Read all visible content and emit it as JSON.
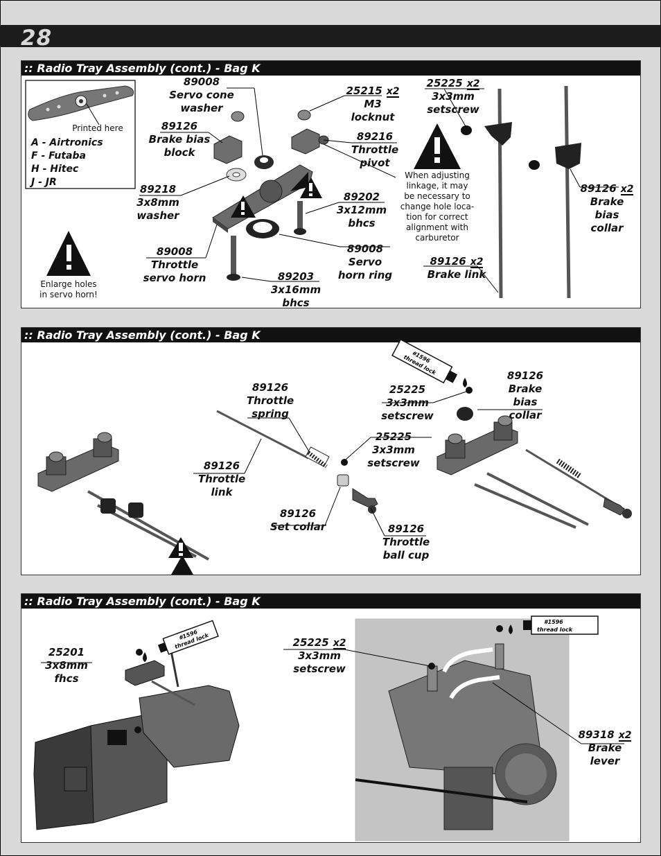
{
  "page": {
    "number": "28"
  },
  "sections": [
    {
      "header": ":: Radio Tray Assembly (cont.) - Bag K"
    },
    {
      "header": ":: Radio Tray Assembly (cont.) - Bag K"
    },
    {
      "header": ":: Radio Tray Assembly (cont.) - Bag K"
    }
  ],
  "step1": {
    "inset": {
      "printed_here": "Printed here",
      "brands": [
        "A - Airtronics",
        "F - Futaba",
        "H - Hitec",
        "J - JR"
      ]
    },
    "warning_enlarge": [
      "Enlarge holes",
      "in servo horn!"
    ],
    "warning_linkage": [
      "When adjusting",
      "linkage, it may",
      "be necessary to",
      "change hole loca-",
      "tion for correct",
      "alignment with",
      "carburetor"
    ],
    "parts": {
      "servo_cone_washer": {
        "num": "89008",
        "name": [
          "Servo cone",
          "washer"
        ]
      },
      "m3_locknut": {
        "num": "25215",
        "qty": "x2",
        "name": [
          "M3",
          "locknut"
        ]
      },
      "setscrew": {
        "num": "25225",
        "qty": "x2",
        "name": [
          "3x3mm",
          "setscrew"
        ]
      },
      "brake_bias_block": {
        "num": "89126",
        "name": [
          "Brake bias",
          "block"
        ]
      },
      "throttle_pivot": {
        "num": "89216",
        "name": [
          "Throttle",
          "pivot"
        ]
      },
      "washer_3x8": {
        "num": "89218",
        "name": [
          "3x8mm",
          "washer"
        ]
      },
      "bhcs_3x12": {
        "num": "89202",
        "name": [
          "3x12mm",
          "bhcs"
        ]
      },
      "brake_bias_collar": {
        "num": "89126",
        "qty": "x2",
        "name": [
          "Brake",
          "bias",
          "collar"
        ]
      },
      "throttle_servo_horn": {
        "num": "89008",
        "name": [
          "Throttle",
          "servo horn"
        ]
      },
      "servo_horn_ring": {
        "num": "89008",
        "name": [
          "Servo",
          "horn ring"
        ]
      },
      "brake_link": {
        "num": "89126",
        "qty": "x2",
        "name": [
          "Brake link"
        ]
      },
      "bhcs_3x16": {
        "num": "89203",
        "name": [
          "3x16mm",
          "bhcs"
        ]
      }
    }
  },
  "step2": {
    "threadlock": [
      "#1596",
      "thread lock"
    ],
    "parts": {
      "throttle_spring": {
        "num": "89126",
        "name": [
          "Throttle",
          "spring"
        ]
      },
      "setscrew_a": {
        "num": "25225",
        "name": [
          "3x3mm",
          "setscrew"
        ]
      },
      "brake_bias_collar": {
        "num": "89126",
        "name": [
          "Brake",
          "bias",
          "collar"
        ]
      },
      "setscrew_b": {
        "num": "25225",
        "name": [
          "3x3mm",
          "setscrew"
        ]
      },
      "throttle_link": {
        "num": "89126",
        "name": [
          "Throttle",
          "link"
        ]
      },
      "set_collar": {
        "num": "89126",
        "name": [
          "Set collar"
        ]
      },
      "throttle_ball_cup": {
        "num": "89126",
        "name": [
          "Throttle",
          "ball cup"
        ]
      }
    }
  },
  "step3": {
    "threadlock_a": [
      "#1596",
      "thread lock"
    ],
    "threadlock_b": [
      "#1596",
      "thread lock"
    ],
    "parts": {
      "fhcs": {
        "num": "25201",
        "name": [
          "3x8mm",
          "fhcs"
        ]
      },
      "setscrew": {
        "num": "25225",
        "qty": "x2",
        "name": [
          "3x3mm",
          "setscrew"
        ]
      },
      "brake_lever": {
        "num": "89318",
        "qty": "x2",
        "name": [
          "Brake",
          "lever"
        ]
      }
    }
  }
}
